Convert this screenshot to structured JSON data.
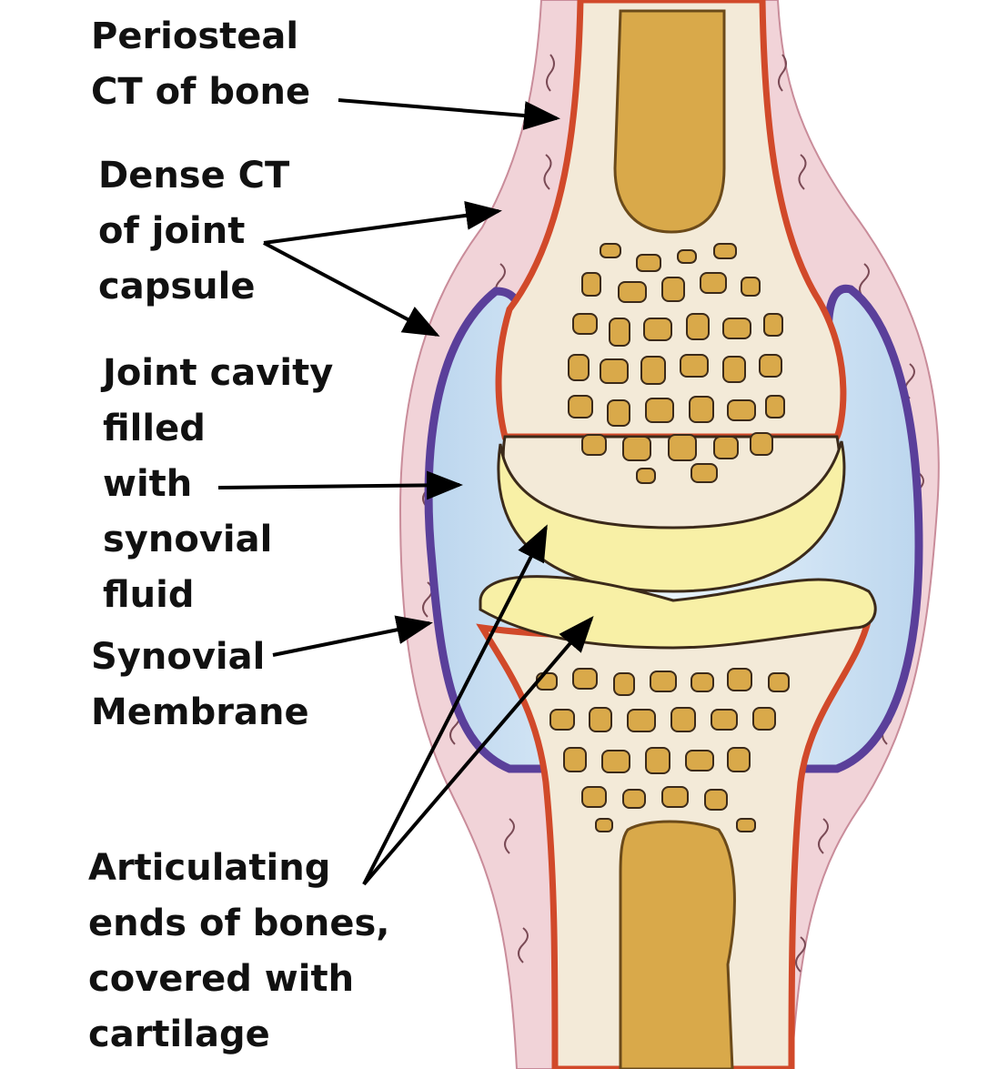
{
  "labels": {
    "periosteal": {
      "lines": [
        "Periosteal",
        "CT of bone"
      ]
    },
    "dense_ct": {
      "lines": [
        "Dense CT",
        "of joint",
        "capsule"
      ]
    },
    "joint_cavity": {
      "lines": [
        "Joint cavity",
        "filled",
        "with",
        "synovial",
        "fluid"
      ]
    },
    "synovial_membrane": {
      "lines": [
        "Synovial",
        "Membrane"
      ]
    },
    "articulating": {
      "lines": [
        "Articulating",
        "ends of bones,",
        "covered with",
        "cartilage"
      ]
    }
  },
  "colors": {
    "capsule": "#f1d3d8",
    "periosteum": "#d1492a",
    "bone": "#f3ead8",
    "marrow": "#d9a94a",
    "cartilage": "#f8f0a6",
    "fluid": "#c9e1f2",
    "membrane": "#5a3f9a",
    "arrow": "#000000"
  }
}
